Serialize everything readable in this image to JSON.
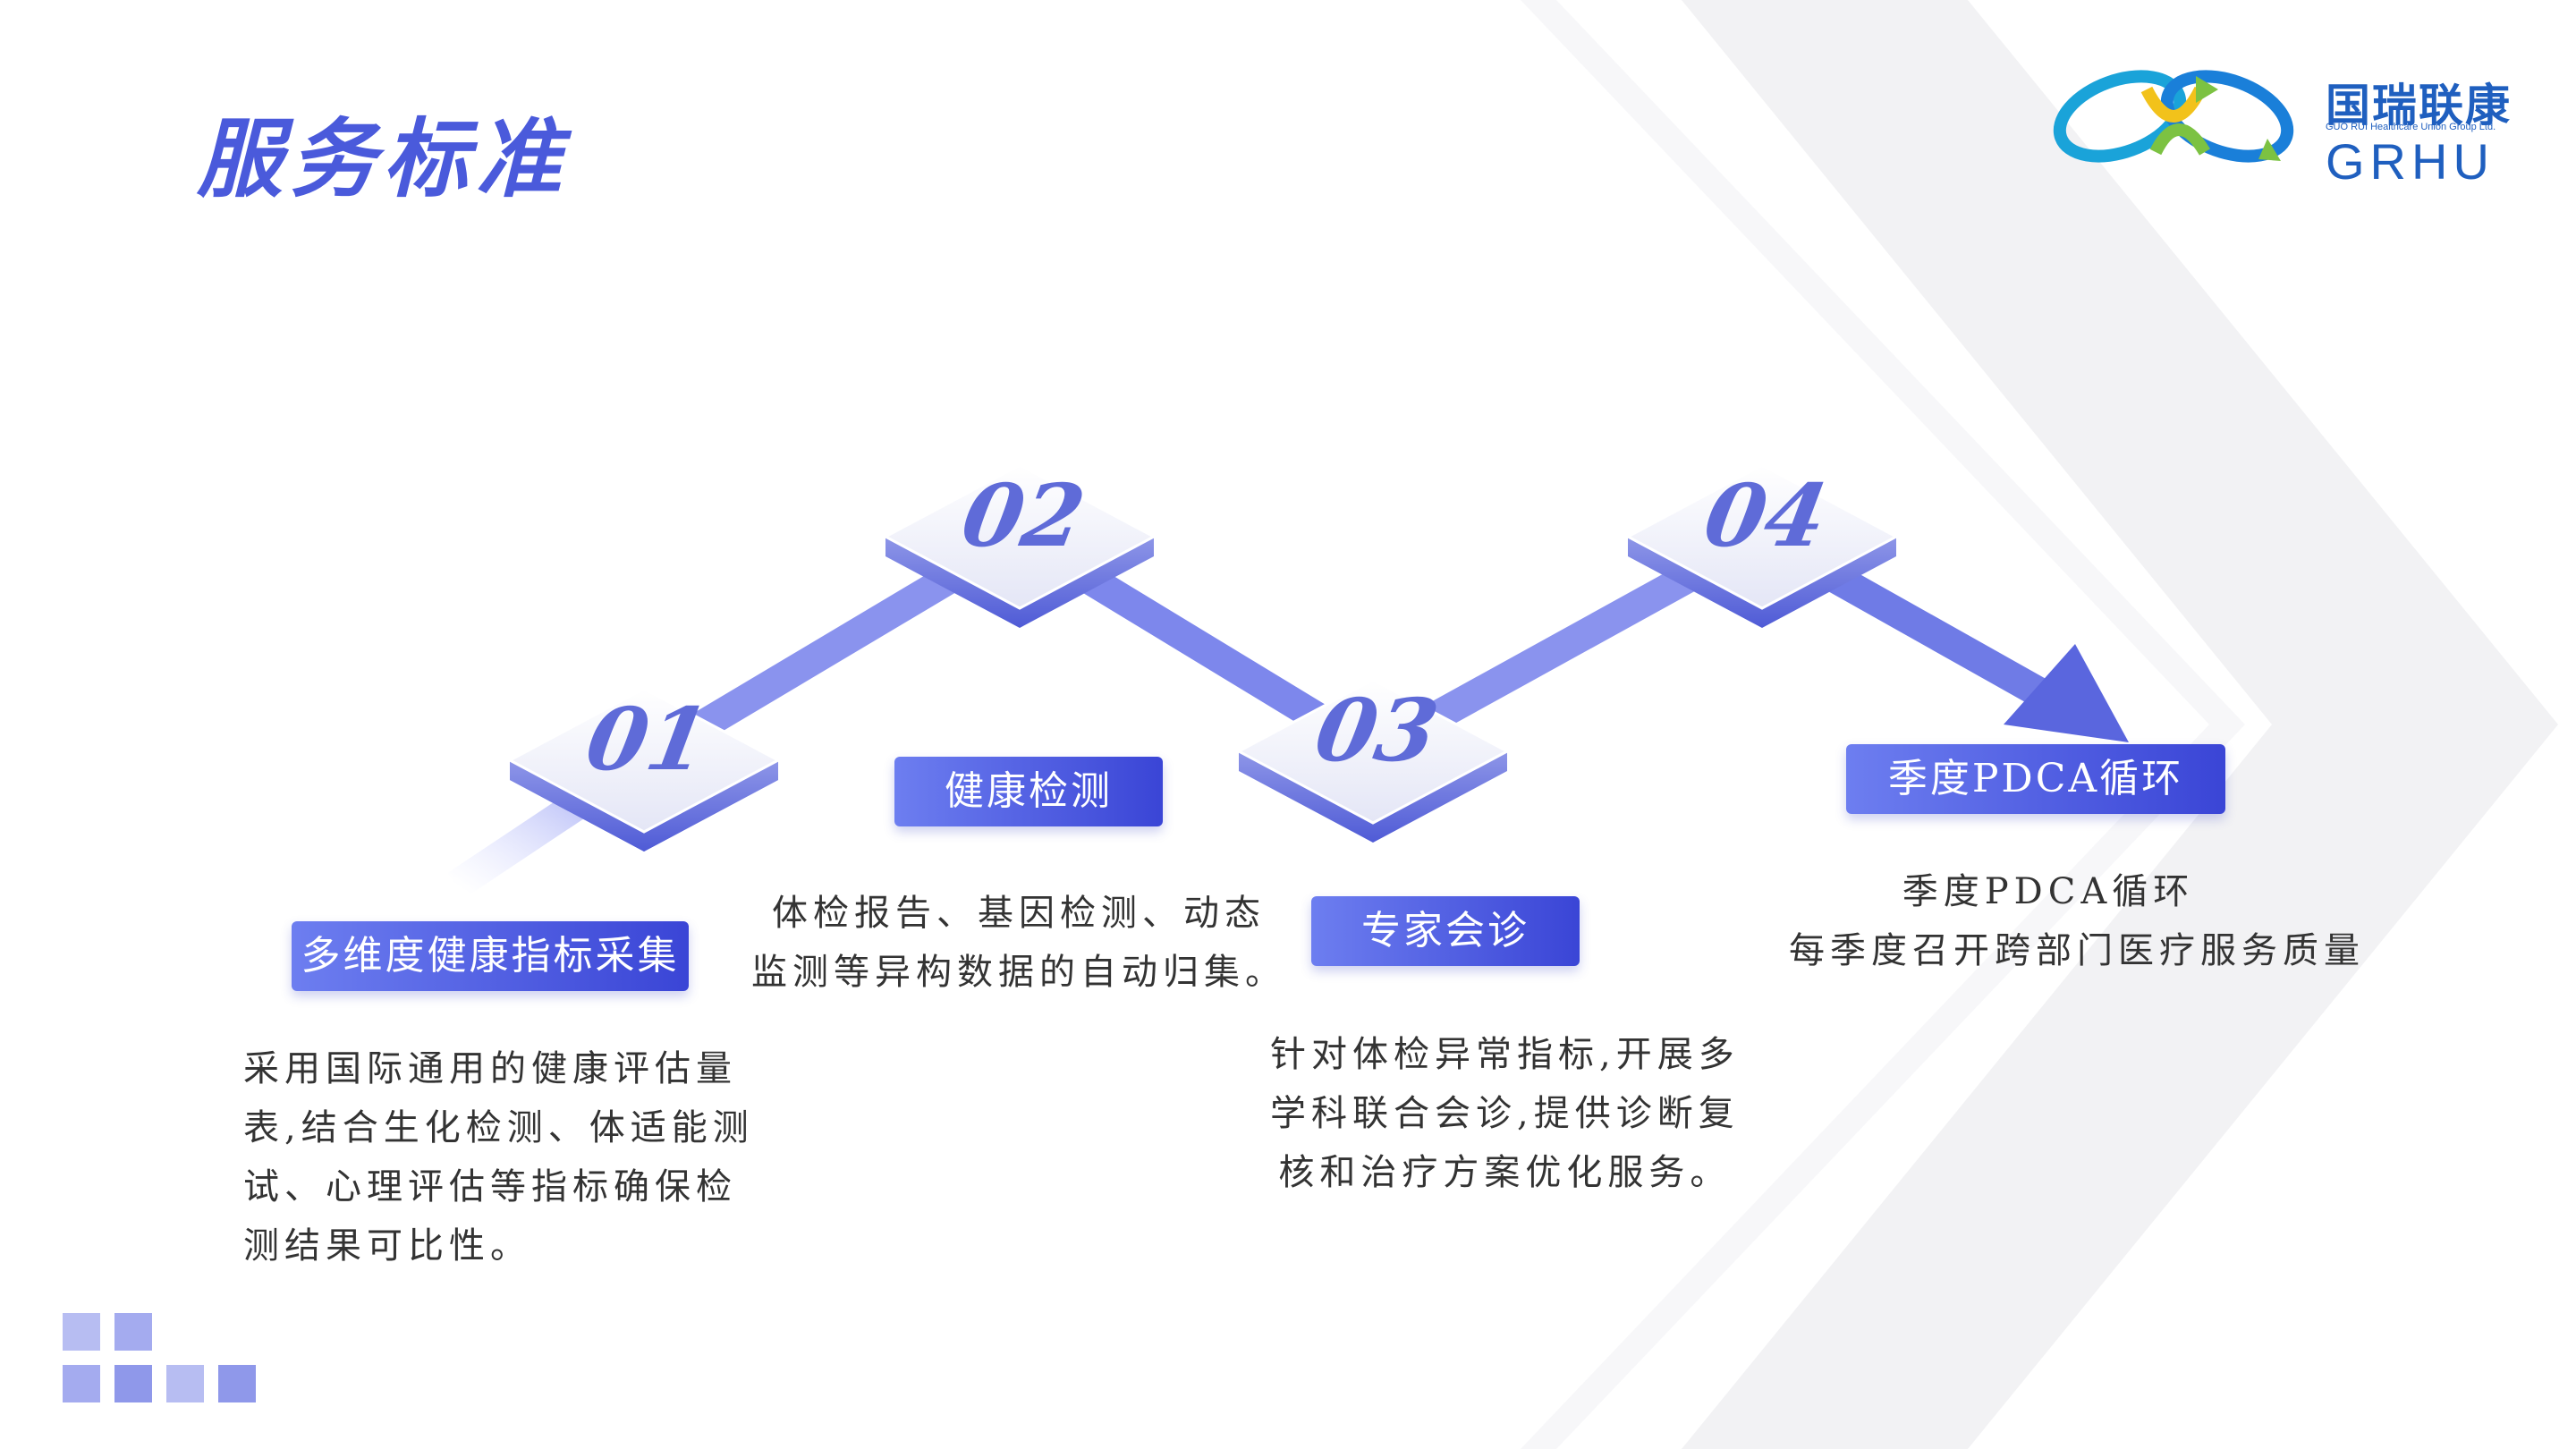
{
  "title": "服务标准",
  "logo": {
    "cn": "国瑞联康",
    "sub": "GUO RUI Healthcare Union Group Ltd.",
    "en": "GRHU"
  },
  "colors": {
    "accent": "#4a5adb",
    "label_start": "#6d7ef0",
    "label_end": "#3a45d6",
    "path": "#8a93ee",
    "logo_blue": "#1f5fbf"
  },
  "steps": [
    {
      "number": "01",
      "label": "多维度健康指标采集",
      "desc": [
        "采用国际通用的健康评估量",
        "表,结合生化检测、体适能测",
        "试、心理评估等指标确保检",
        "测结果可比性。"
      ]
    },
    {
      "number": "02",
      "label": "健康检测",
      "desc": [
        "体检报告、基因检测、动态",
        "监测等异构数据的自动归集。"
      ]
    },
    {
      "number": "03",
      "label": "专家会诊",
      "desc": [
        "针对体检异常指标,开展多",
        "学科联合会诊,提供诊断复",
        "核和治疗方案优化服务。"
      ]
    },
    {
      "number": "04",
      "label": "季度PDCA循环",
      "desc": [
        "季度PDCA循环",
        "每季度召开跨部门医疗服务质量"
      ]
    }
  ]
}
